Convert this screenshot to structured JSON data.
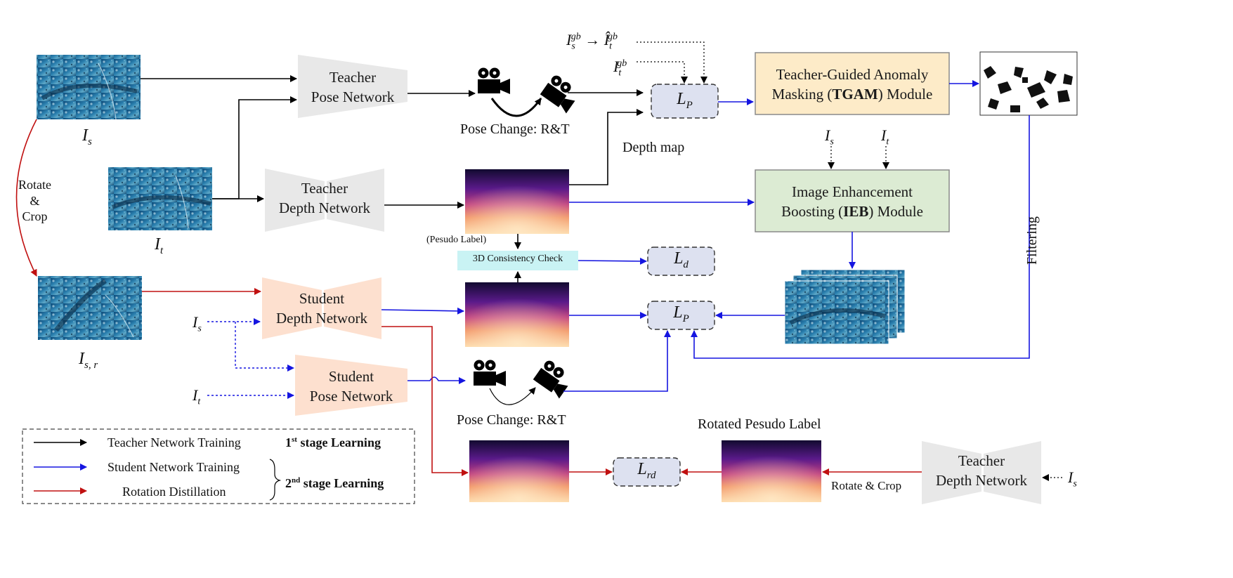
{
  "diagram": {
    "inputs": {
      "source_image_label": "I_s",
      "target_image_label": "I_t",
      "rotated_image_label": "I_{s,r}"
    },
    "rotate_crop_label": "Rotate\n&\nCrop",
    "teacher_pose_network": "Teacher\nPose Network",
    "teacher_depth_network": "Teacher\nDepth Network",
    "student_depth_network": "Student\nDepth Network",
    "student_pose_network": "Student\nPose Network",
    "teacher_depth_network_bottom": "Teacher\nDepth Network",
    "pose_change_top": "Pose Change: R&T",
    "pose_change_bottom": "Pose Change: R&T",
    "depth_map_label": "Depth map",
    "pseudo_label": "(Pesudo Label)",
    "consistency_check": "3D Consistency Check",
    "rotated_pseudo_label": "Rotated Pesudo Label",
    "rotate_crop_bottom": "Rotate & Crop",
    "filtering": "Filtering",
    "tgam": {
      "line1": "Teacher-Guided Anomaly",
      "line2_prefix": "Masking (",
      "line2_bold": "TGAM",
      "line2_suffix": ") Module"
    },
    "ieb": {
      "line1": "Image Enhancement",
      "line2_prefix": "Boosting (",
      "line2_bold": "IEB",
      "line2_suffix": ") Module"
    },
    "loss_top": "L_P",
    "loss_d": "L_d",
    "loss_mid": "L_P",
    "loss_rd": "L_rd",
    "gb_source": "I_s^gb → Î_t^gb",
    "gb_target": "I_t^gb",
    "ieb_input_s": "I_s",
    "ieb_input_t": "I_t",
    "student_input_s": "I_s",
    "student_input_t": "I_t",
    "bottom_input_s": "I_s"
  },
  "legend": {
    "items": [
      {
        "label": "Teacher Network Training",
        "color": "#000000"
      },
      {
        "label": "Student Network Training",
        "color": "#1515e0"
      },
      {
        "label": "Rotation Distillation",
        "color": "#c01010"
      }
    ],
    "stage1": "1st stage Learning",
    "stage2": "2nd stage Learning"
  },
  "colors": {
    "teacher_arrow": "#000000",
    "student_arrow": "#1515e0",
    "rotation_arrow": "#c01010",
    "tgam_fill": "#fdebc8",
    "ieb_fill": "#dcebd3",
    "loss_fill": "#dde1f0",
    "consistency_fill": "#c9f3f4",
    "teacher_net_fill": "#e8e8e8",
    "student_net_fill": "#fde0cf"
  }
}
